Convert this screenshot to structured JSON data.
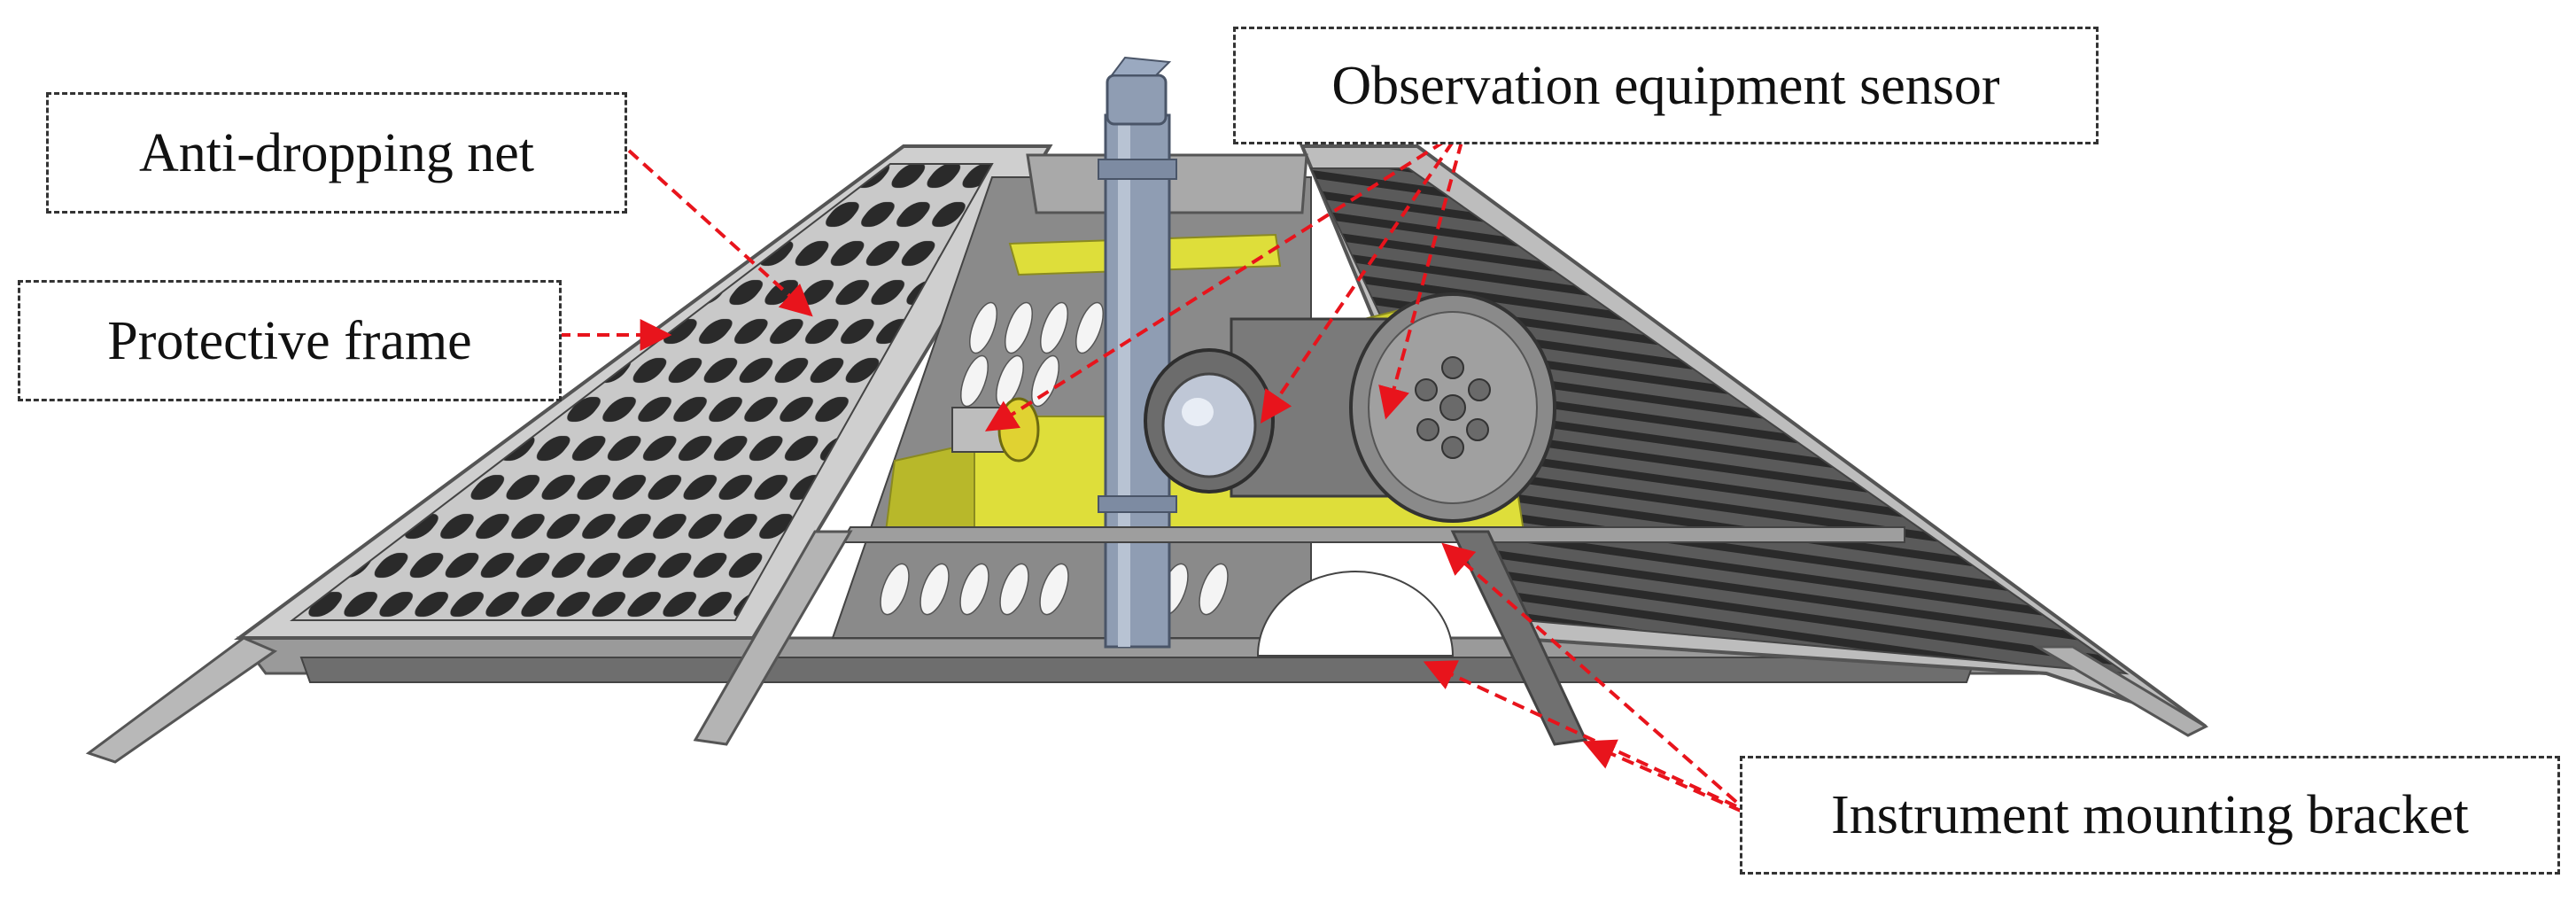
{
  "labels": {
    "anti_dropping_net": "Anti-dropping net",
    "protective_frame": "Protective frame",
    "observation_sensor": "Observation equipment sensor",
    "instrument_bracket": "Instrument mounting bracket"
  },
  "colors": {
    "frame_panel": "#c8c8c8",
    "frame_edge": "#555555",
    "net_slot": "#2e2e2e",
    "grille_dark": "#3a3a3a",
    "bracket_yellow": "#dede3a",
    "bracket_yellow_shade": "#b8b82a",
    "post_blue": "#8f9db3",
    "camera_gray": "#9a9a9a",
    "arrow_red": "#e8141c",
    "callout_border": "#333333"
  }
}
